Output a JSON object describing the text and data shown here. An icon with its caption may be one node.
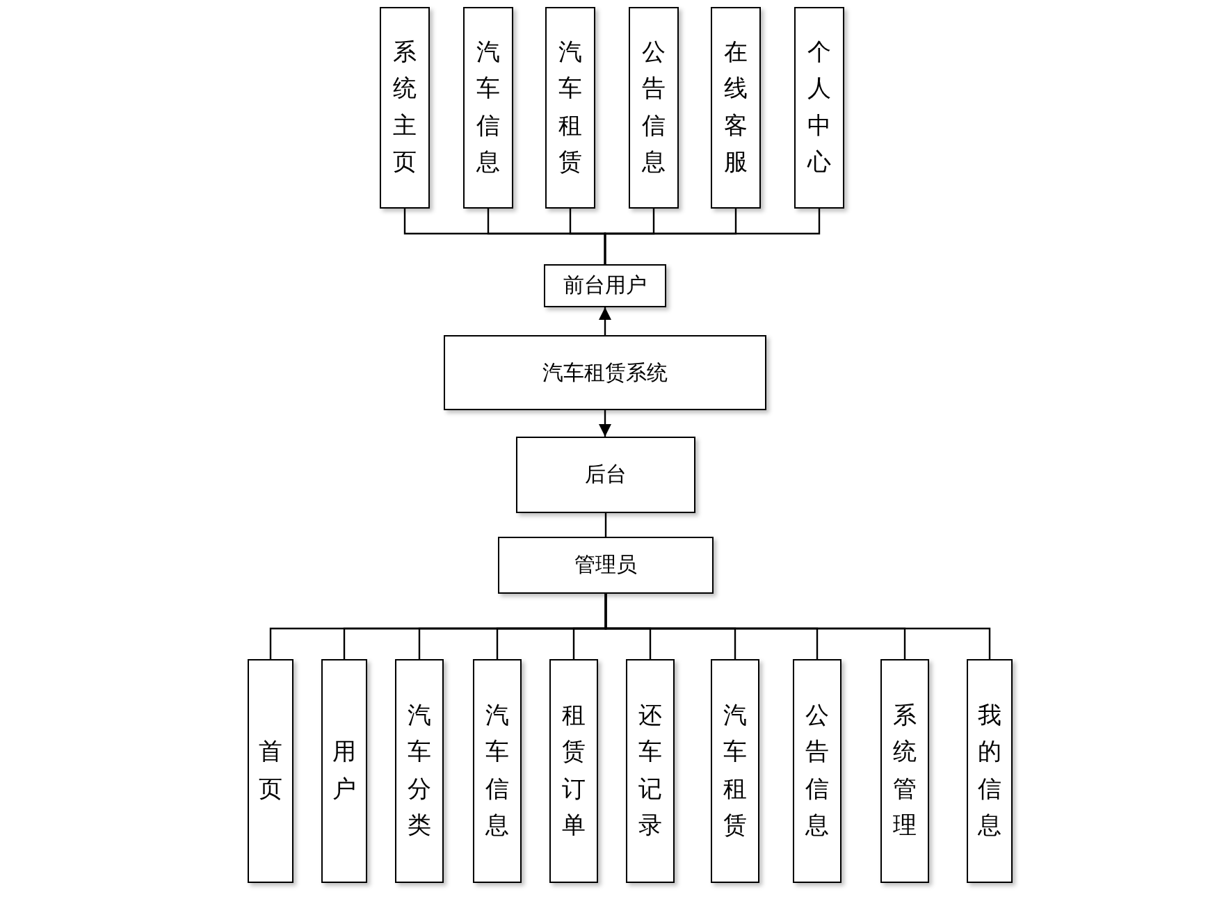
{
  "diagram": {
    "nodes": [
      {
        "text": [
          "系统主页"
        ]
      },
      {
        "text": [
          "汽车信息"
        ]
      },
      {
        "text": [
          "汽车租赁"
        ]
      },
      {
        "text": [
          "公告信息"
        ]
      },
      {
        "text": [
          "在线客服"
        ]
      },
      {
        "text": [
          "个人中心"
        ]
      },
      {
        "text": [
          "前台用户"
        ]
      },
      {
        "text": [
          "汽车租赁系统"
        ]
      },
      {
        "text": [
          "后台"
        ]
      },
      {
        "text": [
          "管理员"
        ]
      },
      {
        "text": [
          "首页"
        ]
      },
      {
        "text": [
          "用户"
        ]
      },
      {
        "text": [
          "汽车分类"
        ]
      },
      {
        "text": [
          "汽车信息"
        ]
      },
      {
        "text": [
          "租赁订单"
        ]
      },
      {
        "text": [
          "还车记录"
        ]
      },
      {
        "text": [
          "汽车租赁"
        ]
      },
      {
        "text": [
          "公告信息"
        ]
      },
      {
        "text": [
          "系统管理"
        ]
      },
      {
        "text": [
          "我的信息"
        ]
      }
    ],
    "edges": [
      {
        "from": 6,
        "to": 0,
        "arrow": "none"
      },
      {
        "from": 6,
        "to": 1,
        "arrow": "none"
      },
      {
        "from": 6,
        "to": 2,
        "arrow": "none"
      },
      {
        "from": 6,
        "to": 3,
        "arrow": "none"
      },
      {
        "from": 6,
        "to": 4,
        "arrow": "none"
      },
      {
        "from": 6,
        "to": 5,
        "arrow": "none"
      },
      {
        "from": 7,
        "to": 6,
        "arrow": "to"
      },
      {
        "from": 7,
        "to": 8,
        "arrow": "to"
      },
      {
        "from": 8,
        "to": 9,
        "arrow": "none"
      },
      {
        "from": 9,
        "to": 10,
        "arrow": "none"
      },
      {
        "from": 9,
        "to": 11,
        "arrow": "none"
      },
      {
        "from": 9,
        "to": 12,
        "arrow": "none"
      },
      {
        "from": 9,
        "to": 13,
        "arrow": "none"
      },
      {
        "from": 9,
        "to": 14,
        "arrow": "none"
      },
      {
        "from": 9,
        "to": 15,
        "arrow": "none"
      },
      {
        "from": 9,
        "to": 16,
        "arrow": "none"
      },
      {
        "from": 9,
        "to": 17,
        "arrow": "none"
      },
      {
        "from": 9,
        "to": 18,
        "arrow": "none"
      },
      {
        "from": 9,
        "to": 19,
        "arrow": "none"
      }
    ]
  }
}
